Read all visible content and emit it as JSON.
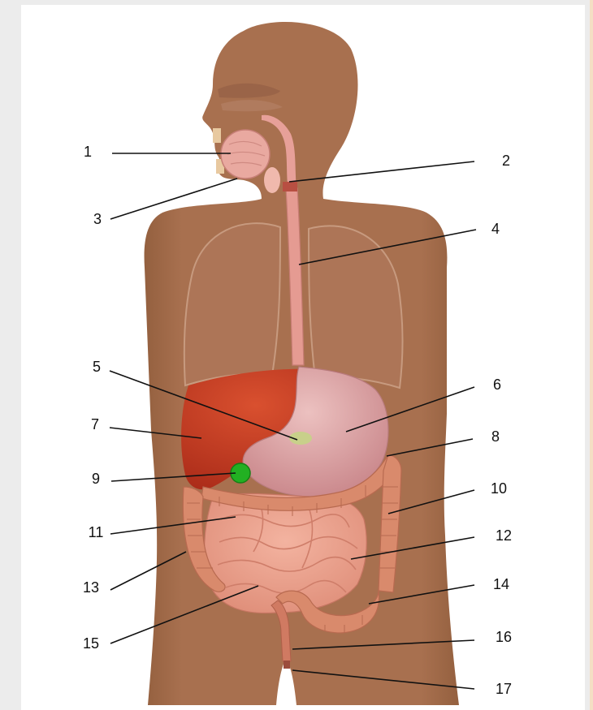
{
  "labels": [
    {
      "number": "1"
    },
    {
      "number": "2"
    },
    {
      "number": "3"
    },
    {
      "number": "4"
    },
    {
      "number": "5"
    },
    {
      "number": "6"
    },
    {
      "number": "7"
    },
    {
      "number": "8"
    },
    {
      "number": "9"
    },
    {
      "number": "10"
    },
    {
      "number": "11"
    },
    {
      "number": "12"
    },
    {
      "number": "13"
    },
    {
      "number": "14"
    },
    {
      "number": "15"
    },
    {
      "number": "16"
    },
    {
      "number": "17"
    }
  ],
  "colors": {
    "skin": "#a8704f",
    "skin_dark": "#8f5c40",
    "liver": "#c33a22",
    "stomach": "#d9a1a0",
    "intestine": "#e99a85",
    "colon": "#d98a6c",
    "gallbladder": "#22b022",
    "lung_outline": "#c79a7f",
    "background": "#ffffff"
  }
}
